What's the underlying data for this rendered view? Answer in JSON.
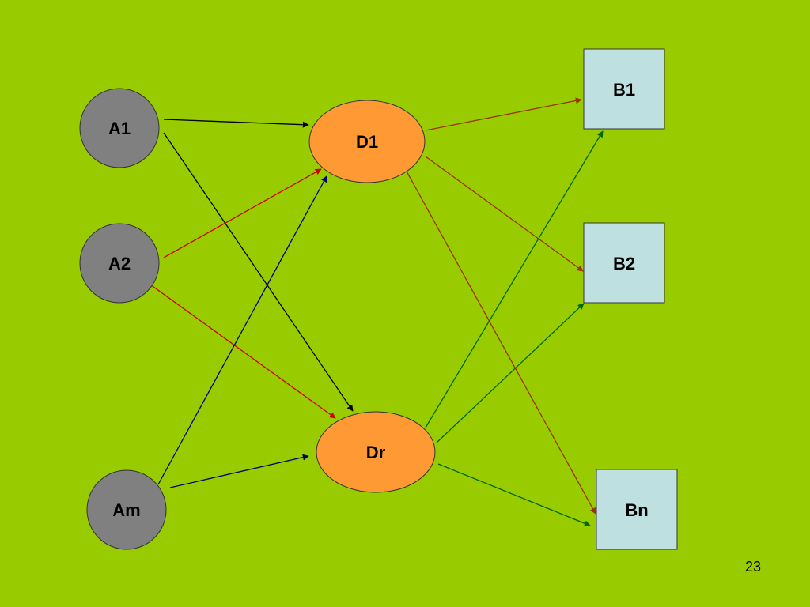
{
  "nodes": {
    "a1": {
      "label": "A1"
    },
    "a2": {
      "label": "A2"
    },
    "am": {
      "label": "Am"
    },
    "d1": {
      "label": "D1"
    },
    "dr": {
      "label": "Dr"
    },
    "b1": {
      "label": "B1"
    },
    "b2": {
      "label": "B2"
    },
    "bn": {
      "label": "Bn"
    }
  },
  "edges": [
    {
      "from": "A1",
      "to": "D1",
      "color": "#000000"
    },
    {
      "from": "A1",
      "to": "Dr",
      "color": "#000000"
    },
    {
      "from": "A2",
      "to": "D1",
      "color": "#cc0000"
    },
    {
      "from": "A2",
      "to": "Dr",
      "color": "#cc0000"
    },
    {
      "from": "Am",
      "to": "D1",
      "color": "#000066"
    },
    {
      "from": "Am",
      "to": "Dr",
      "color": "#000066"
    },
    {
      "from": "D1",
      "to": "B1",
      "color": "#993300"
    },
    {
      "from": "D1",
      "to": "B2",
      "color": "#993300"
    },
    {
      "from": "D1",
      "to": "Bn",
      "color": "#993300"
    },
    {
      "from": "Dr",
      "to": "B1",
      "color": "#006600"
    },
    {
      "from": "Dr",
      "to": "B2",
      "color": "#006600"
    },
    {
      "from": "Dr",
      "to": "Bn",
      "color": "#006600"
    }
  ],
  "colors": {
    "background": "#99cc00",
    "source_node": "#808080",
    "middle_node": "#ff9933",
    "target_node": "#bfe0e0"
  },
  "page_number": "23"
}
